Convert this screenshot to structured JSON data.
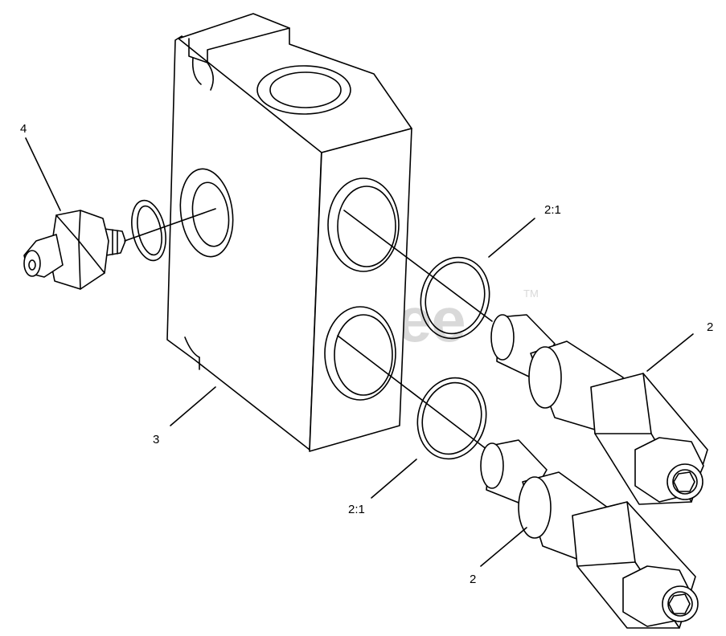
{
  "watermark": {
    "text": "PartsTree",
    "trademark": "TM"
  },
  "callouts": [
    {
      "id": "callout-4",
      "label": "4"
    },
    {
      "id": "callout-3",
      "label": "3"
    },
    {
      "id": "callout-2-1-upper",
      "label": "2:1"
    },
    {
      "id": "callout-2-1-lower",
      "label": "2:1"
    },
    {
      "id": "callout-2-upper",
      "label": "2"
    },
    {
      "id": "callout-2-lower",
      "label": "2"
    }
  ]
}
